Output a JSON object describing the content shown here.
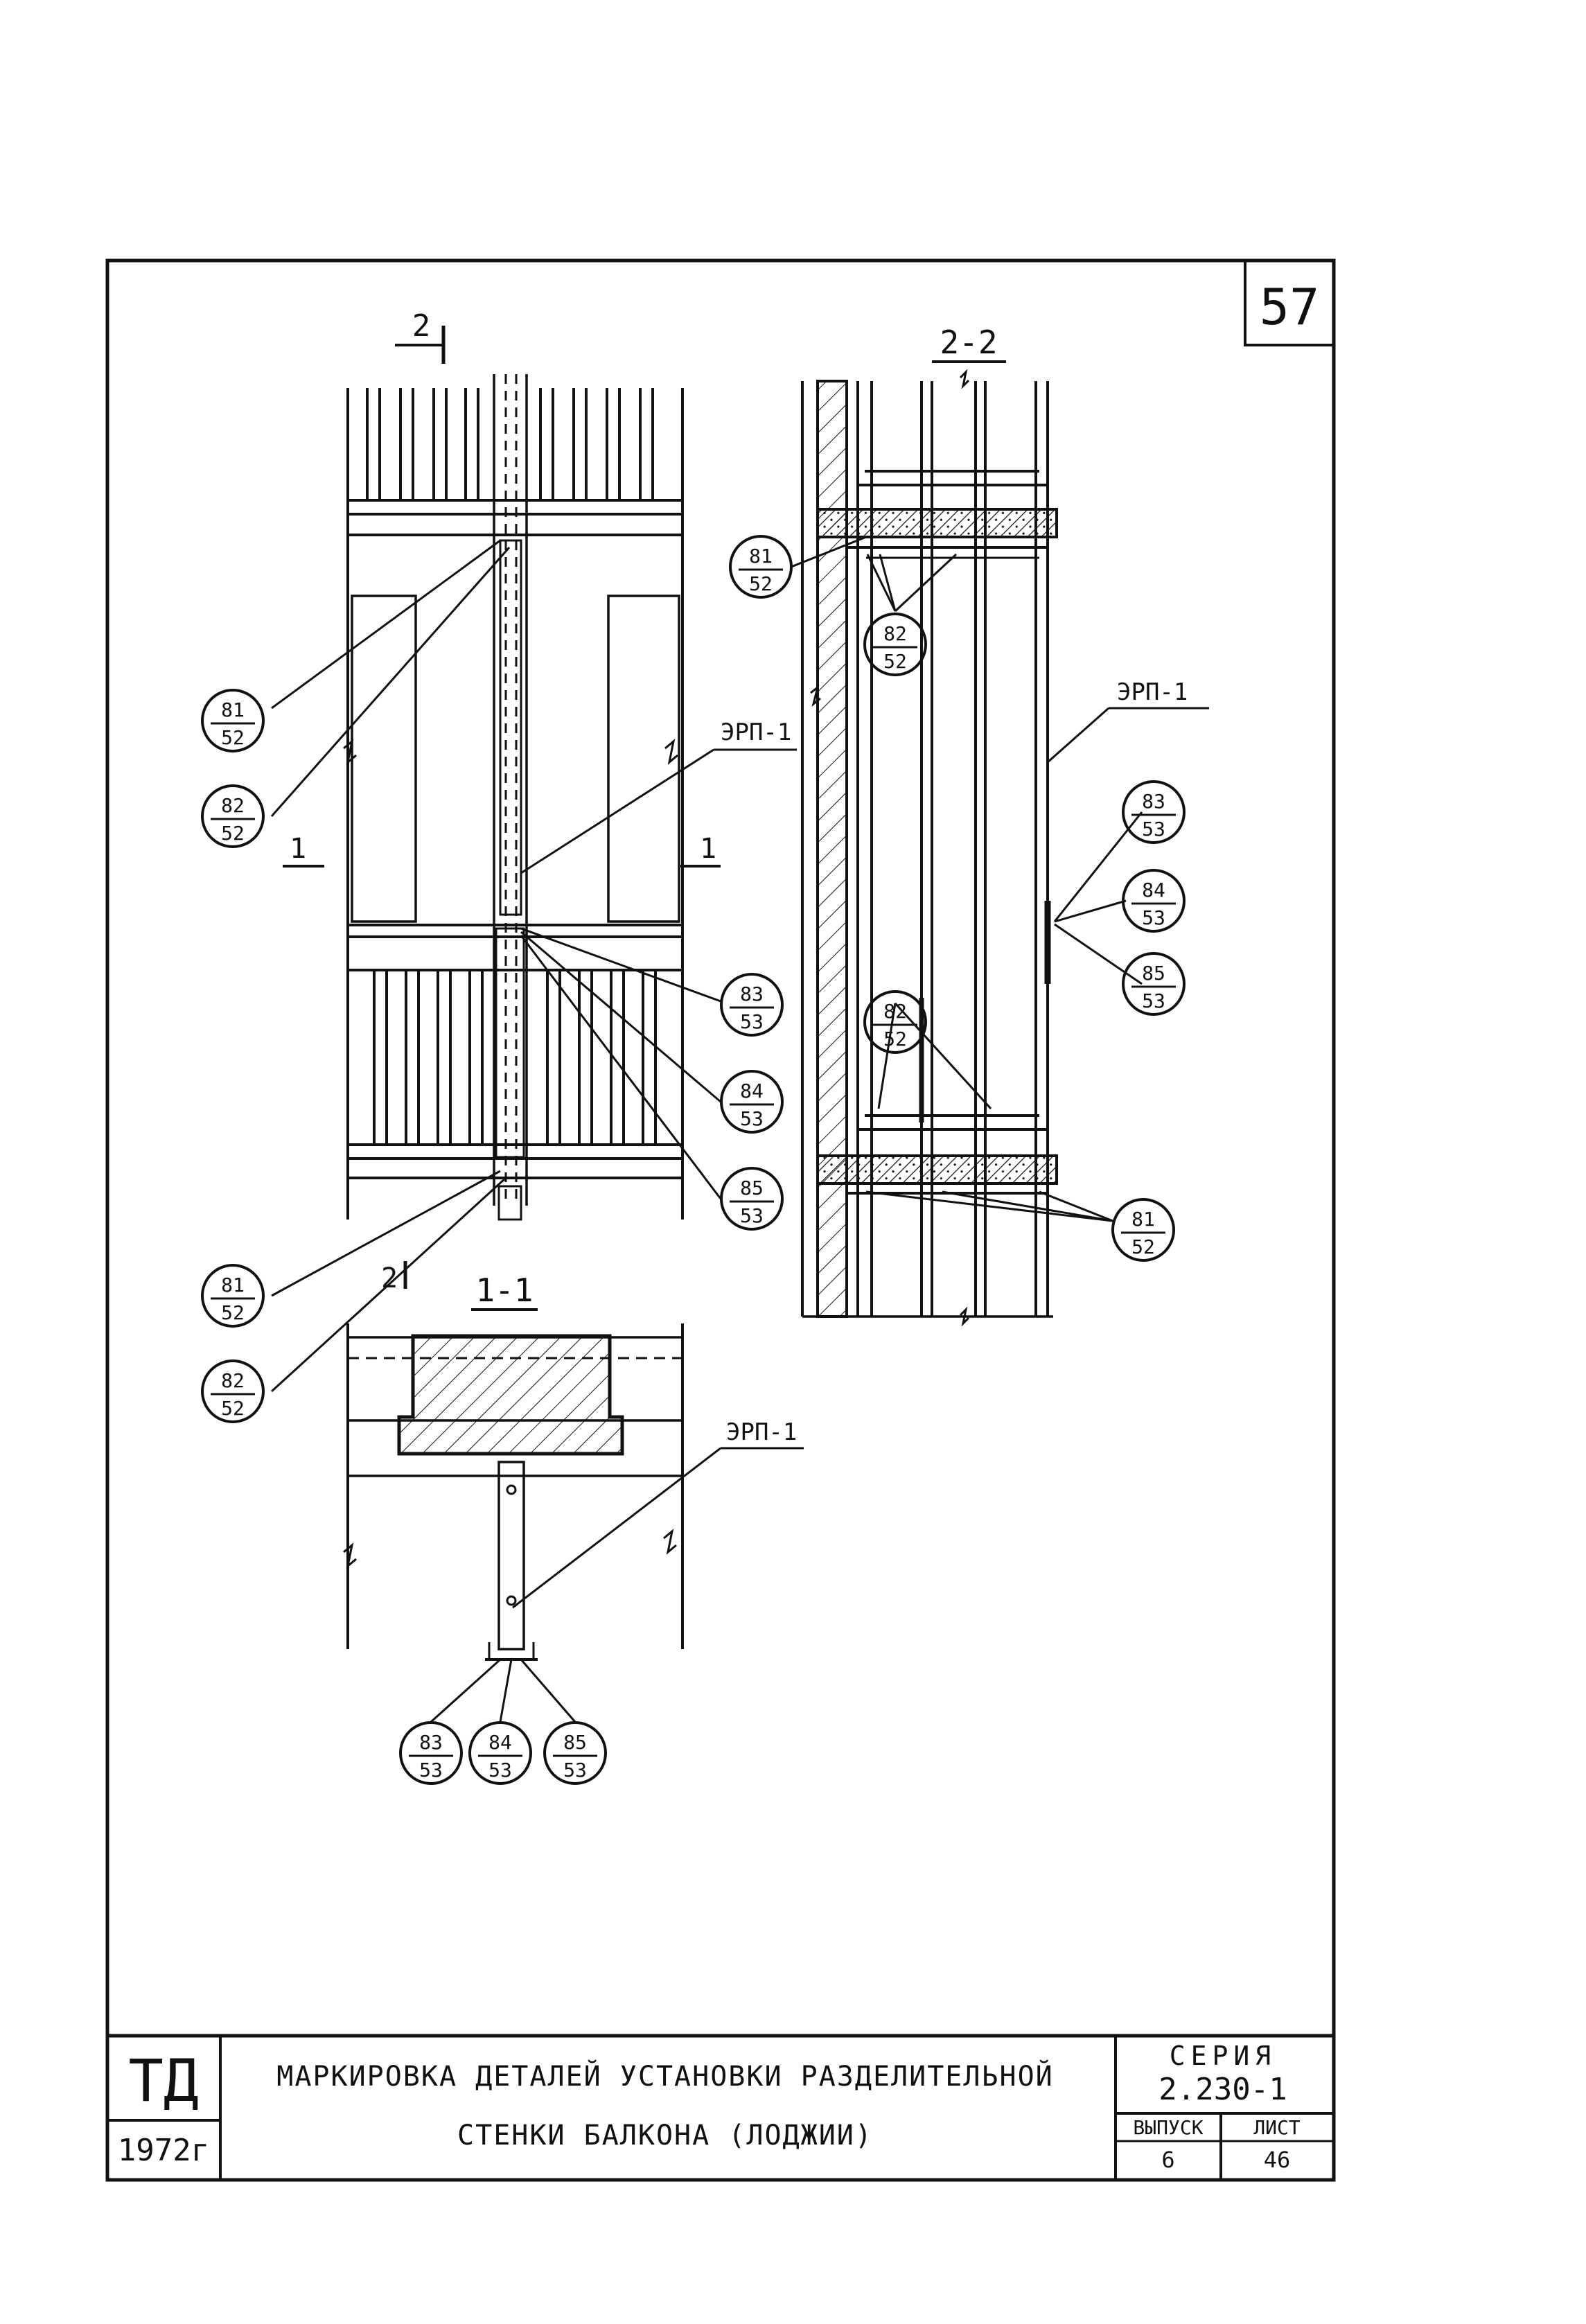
{
  "sheet_number": "57",
  "sections": {
    "cut_1": "1",
    "cut_2": "2",
    "title_1_1": "1-1",
    "title_2_2": "2-2"
  },
  "element_label": "ЭРП-1",
  "callouts": {
    "c81": {
      "top": "81",
      "bottom": "52"
    },
    "c82": {
      "top": "82",
      "bottom": "52"
    },
    "c83": {
      "top": "83",
      "bottom": "53"
    },
    "c84": {
      "top": "84",
      "bottom": "53"
    },
    "c85": {
      "top": "85",
      "bottom": "53"
    }
  },
  "title_block": {
    "org": "ТД",
    "year": "1972г",
    "title_line1": "МАРКИРОВКА ДЕТАЛЕЙ УСТАНОВКИ РАЗДЕЛИТЕЛЬНОЙ",
    "title_line2": "СТЕНКИ БАЛКОНА (ЛОДЖИИ)",
    "series_label": "СЕРИЯ",
    "series_value": "2.230-1",
    "issue_label": "ВЫПУСК",
    "issue_value": "6",
    "sheet_label": "ЛИСТ",
    "sheet_value": "46"
  }
}
